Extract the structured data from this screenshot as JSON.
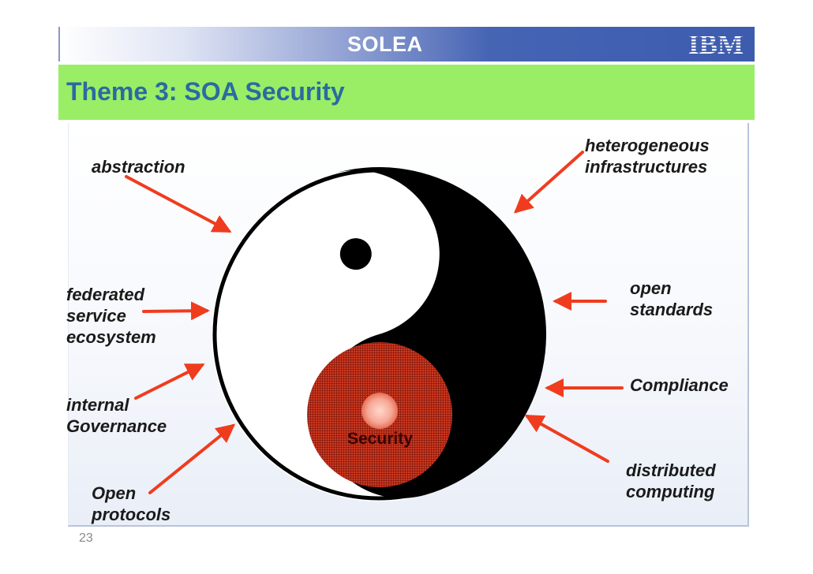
{
  "header": {
    "title": "SOLEA",
    "logo_text": "IBM"
  },
  "theme": {
    "title": "Theme 3: SOA Security"
  },
  "diagram": {
    "center_label": "Security",
    "labels": {
      "abstraction": "abstraction",
      "heterogeneous_1": "heterogeneous",
      "heterogeneous_2": "infrastructures",
      "federated_1": "federated",
      "federated_2": "service",
      "federated_3": "ecosystem",
      "open_standards_1": "open",
      "open_standards_2": "standards",
      "compliance": "Compliance",
      "internal_1": "internal",
      "internal_2": "Governance",
      "distributed_1": "distributed",
      "distributed_2": "computing",
      "protocols_1": "Open",
      "protocols_2": "protocols"
    }
  },
  "footer": {
    "page_number": "23"
  },
  "colors": {
    "arrow": "#f03c1e",
    "security_red": "#c8301c",
    "banner_blue": "#3e5cae",
    "banner_green": "#99ee66",
    "title_blue": "#2c6aa0"
  }
}
